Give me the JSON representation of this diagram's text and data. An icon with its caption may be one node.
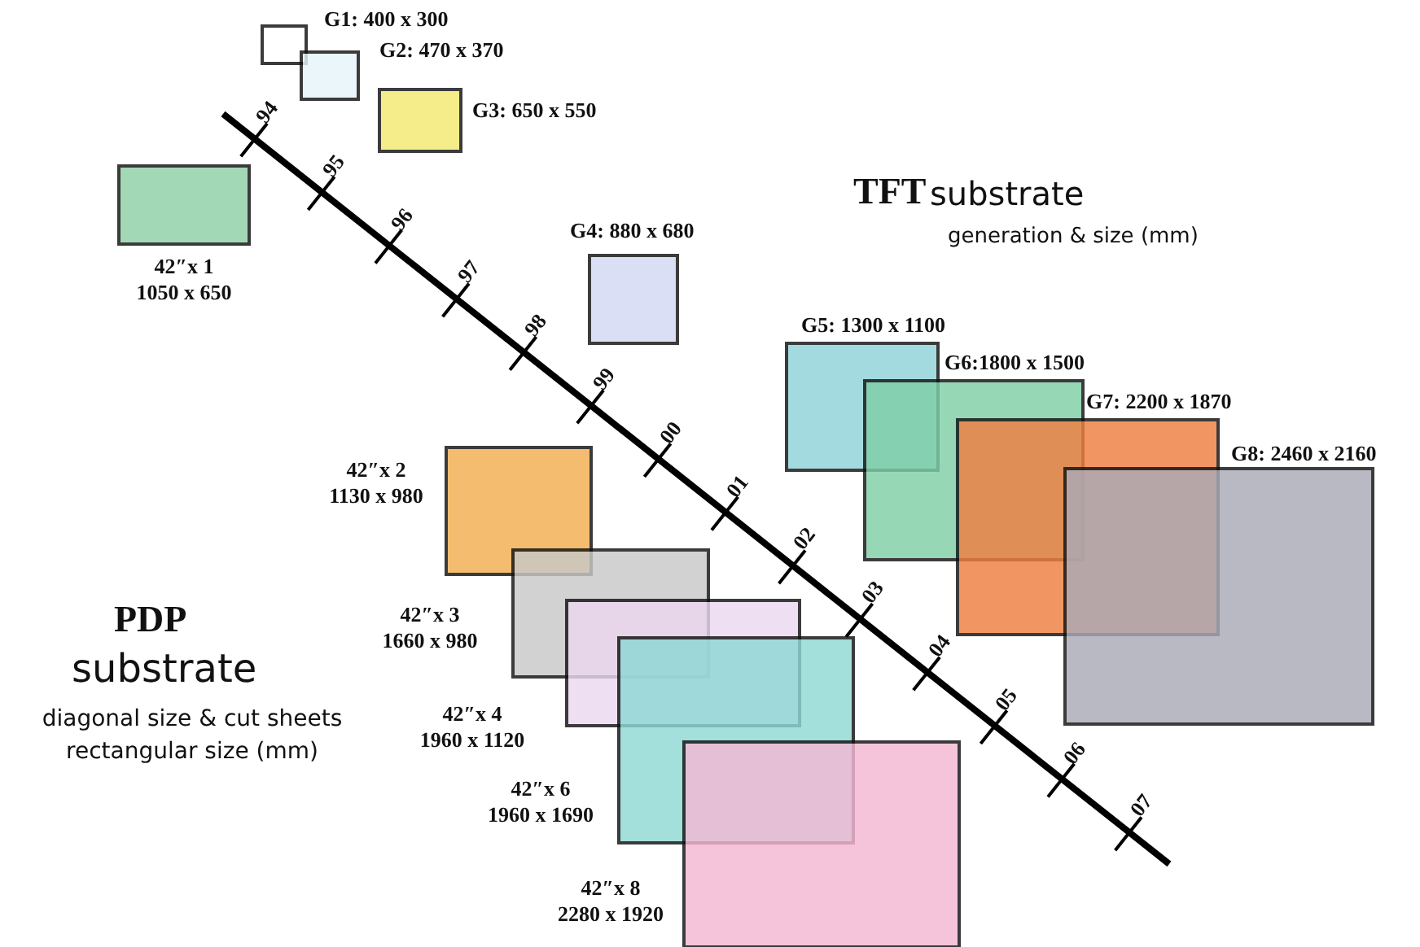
{
  "diagram": {
    "nodes": [
      {
        "text": [
          "G1: 400 x 300"
        ]
      },
      {
        "text": [
          "G2: 470 x 370"
        ]
      },
      {
        "text": [
          "G3: 650 x 550"
        ]
      },
      {
        "text": [
          "42″x 1",
          "1050 x 650"
        ]
      },
      {
        "text": [
          "G4: 880 x 680"
        ]
      },
      {
        "text": [
          "G5: 1300 x 1100"
        ]
      },
      {
        "text": [
          "G6:1800 x 1500"
        ]
      },
      {
        "text": [
          "G7: 2200 x 1870"
        ]
      },
      {
        "text": [
          "G8: 2460 x 2160"
        ]
      },
      {
        "text": [
          "42″x 2",
          "1130 x 980"
        ]
      },
      {
        "text": [
          "42″x 3",
          "1660 x 980"
        ]
      },
      {
        "text": [
          "42″x 4",
          "1960 x 1120"
        ]
      },
      {
        "text": [
          "42″x 6",
          "1960 x 1690"
        ]
      },
      {
        "text": [
          "42″x 8",
          "2280 x 1920"
        ]
      }
    ],
    "labels": [
      "TFT",
      "substrate",
      "generation & size (mm)",
      "94",
      "95",
      "96",
      "97",
      "98",
      "99",
      "00",
      "01",
      "02",
      "03",
      "04",
      "05",
      "06",
      "07",
      "PDP",
      "substrate",
      "diagonal size & cut sheets rectangular size (mm)"
    ]
  }
}
